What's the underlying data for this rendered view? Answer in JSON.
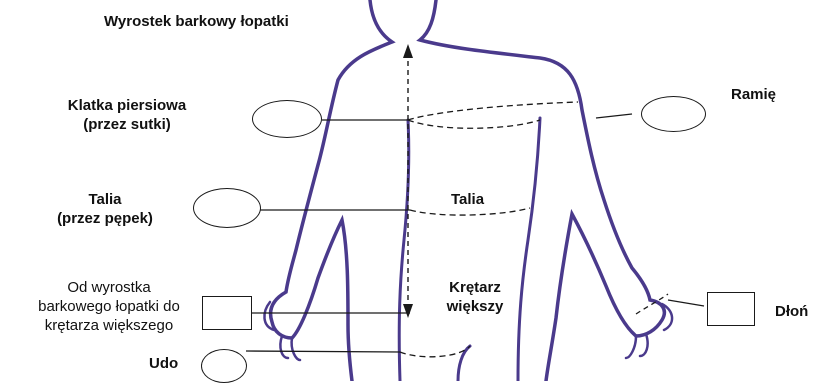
{
  "labels": {
    "scapula": "Wyrostek barkowy łopatki",
    "chest_line1": "Klatka piersiowa",
    "chest_line2": "(przez sutki)",
    "arm": "Ramię",
    "waist_left_line1": "Talia",
    "waist_left_line2": "(przez pępek)",
    "waist_body": "Talia",
    "acromion_to_trochanter_line1": "Od wyrostka",
    "acromion_to_trochanter_line2": "barkowego łopatki do",
    "acromion_to_trochanter_line3": "krętarza większego",
    "trochanter_line1": "Krętarz",
    "trochanter_line2": "większy",
    "hand": "Dłoń",
    "thigh": "Udo"
  },
  "colors": {
    "body_outline": "#4a3a8c",
    "text": "#111111",
    "lines": "#1a1a1a"
  }
}
